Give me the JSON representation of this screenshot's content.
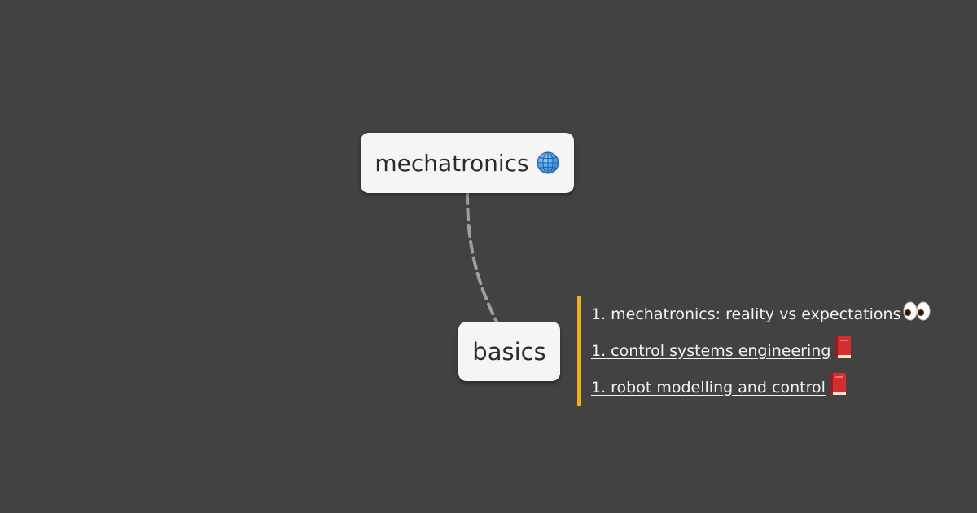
{
  "mindmap": {
    "root": {
      "label": "mechatronics",
      "icon": "globe-icon"
    },
    "child": {
      "label": "basics"
    },
    "links": [
      {
        "label": "1. mechatronics: reality vs expectations ",
        "icon": "eyes-icon"
      },
      {
        "label": "1. control systems engineering ",
        "icon": "book-icon"
      },
      {
        "label": "1. robot modelling and control ",
        "icon": "book-icon"
      }
    ]
  },
  "colors": {
    "background": "#424242",
    "node": "#f5f5f5",
    "accent": "#f1b01e",
    "connector": "#9e9e9e"
  }
}
